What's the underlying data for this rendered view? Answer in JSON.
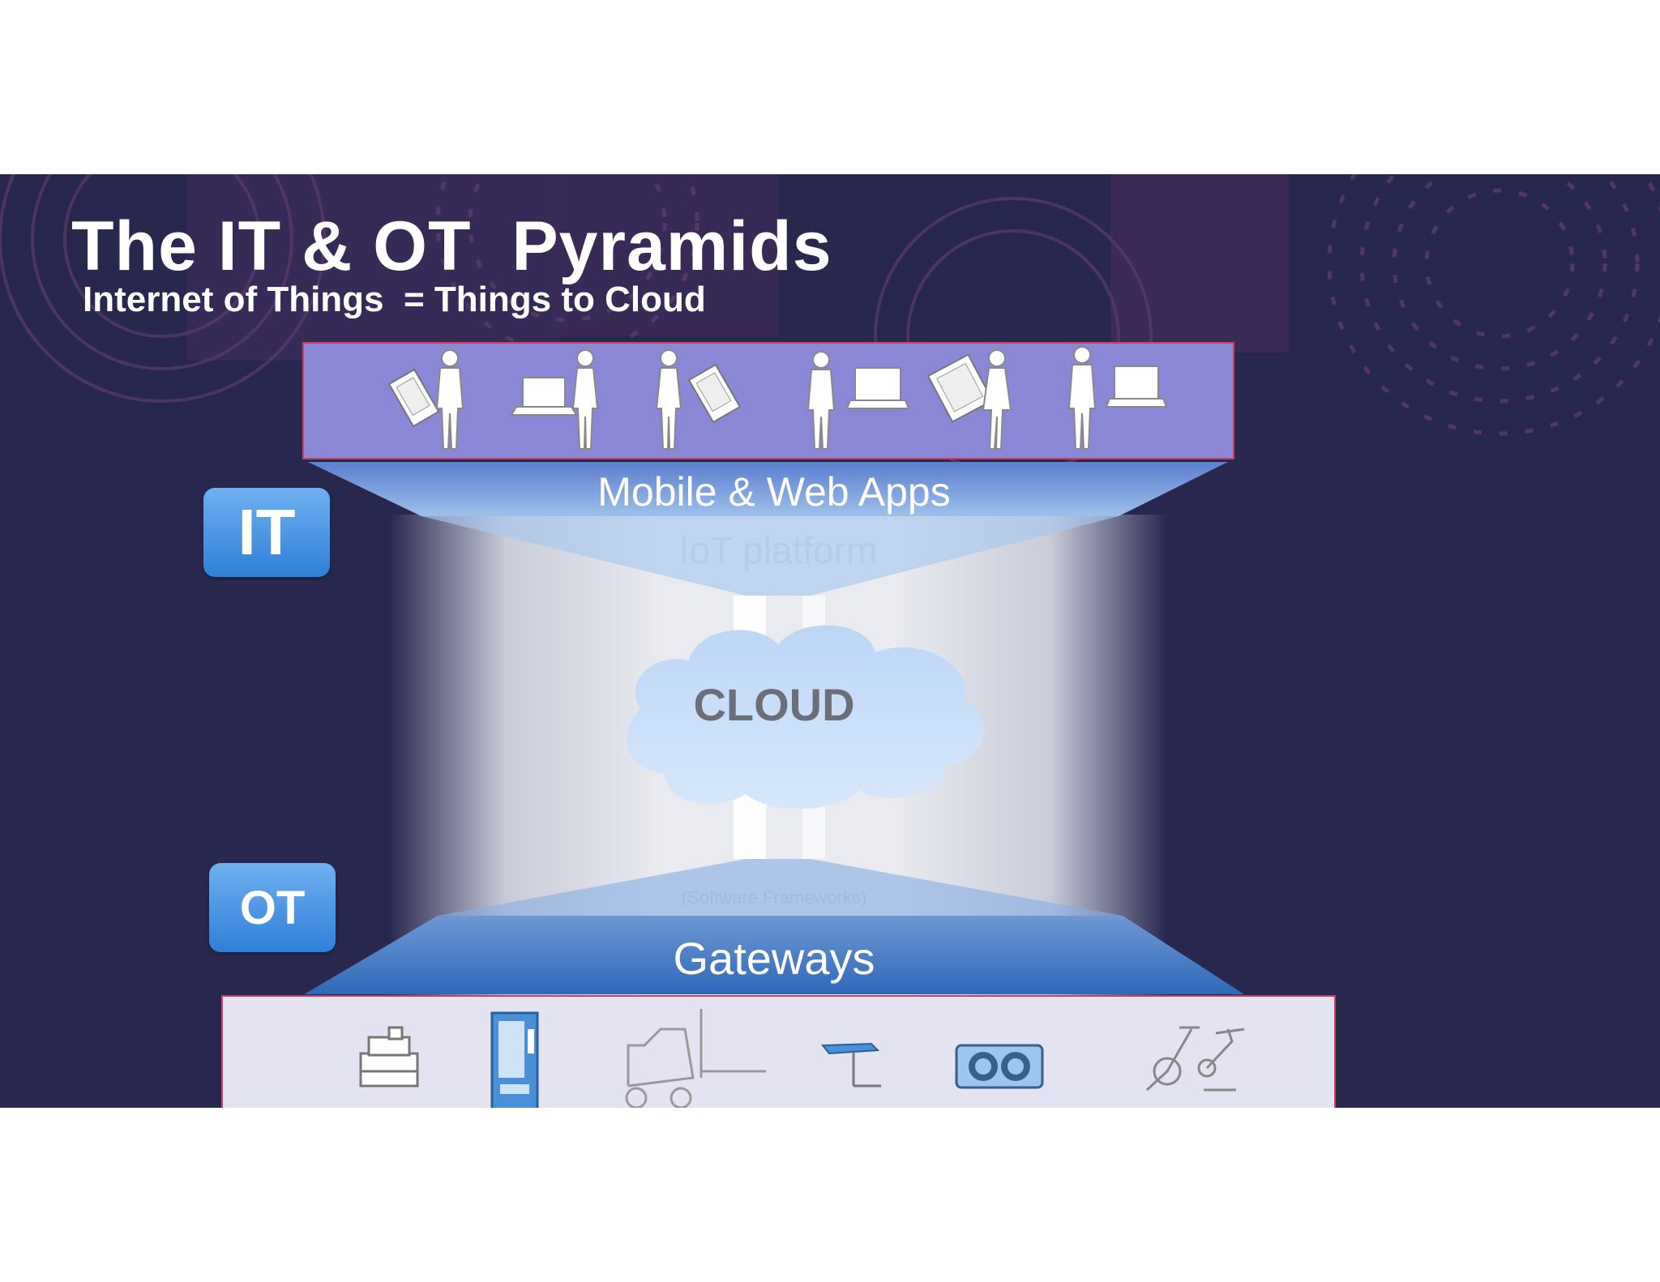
{
  "title": "The IT & OT  Pyramids",
  "subtitle": "Internet of Things  = Things to Cloud",
  "layers": {
    "mobile_web": "Mobile & Web Apps",
    "iot_platform": "IoT platform",
    "cloud": "CLOUD",
    "frameworks": "(Software Frameworks)",
    "gateways": "Gateways"
  },
  "badges": {
    "it": "IT",
    "ot": "OT"
  },
  "colors": {
    "background": "#28284f",
    "user_band": "#8a87d6",
    "things_band": "#e4e3f2",
    "badge": "#3d8ce0",
    "band_border": "#c9405c"
  },
  "icons": {
    "users": [
      "phone-icon",
      "businessman-icon",
      "laptop-icon",
      "woman-icon",
      "woman-icon",
      "phone-icon",
      "man-icon",
      "laptop-icon",
      "tablet-icon",
      "woman-icon",
      "businessman-icon",
      "laptop-icon"
    ],
    "things": [
      "cash-register-icon",
      "vending-machine-icon",
      "forklift-icon",
      "solar-panel-icon",
      "hvac-unit-icon",
      "exercise-bike-icon"
    ]
  }
}
